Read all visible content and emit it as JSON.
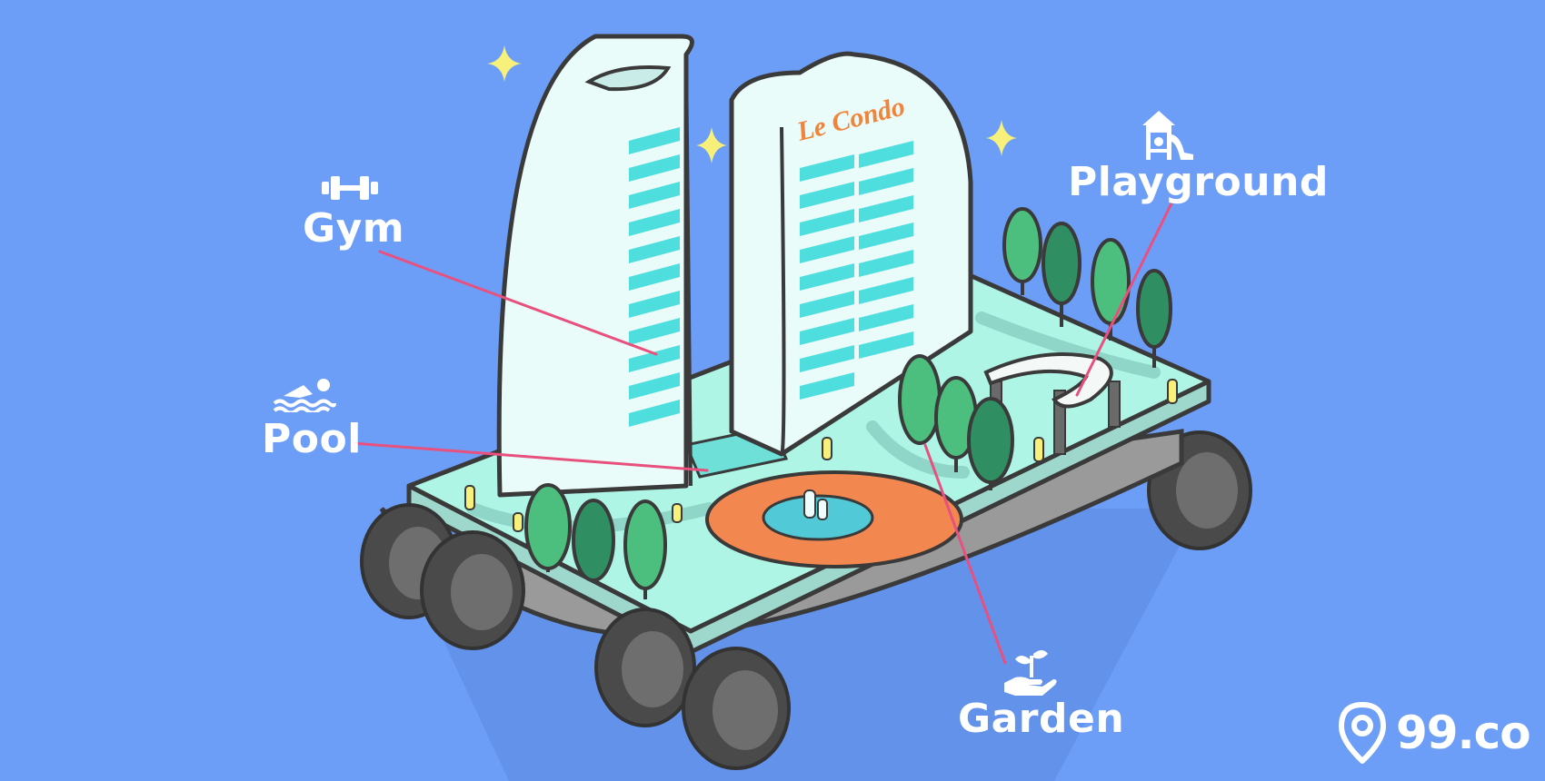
{
  "building": {
    "name": "Le Condo"
  },
  "amenities": {
    "gym": {
      "label": "Gym",
      "icon": "dumbbell-icon"
    },
    "pool": {
      "label": "Pool",
      "icon": "swimmer-icon"
    },
    "playground": {
      "label": "Playground",
      "icon": "playground-icon"
    },
    "garden": {
      "label": "Garden",
      "icon": "plant-in-hand-icon"
    }
  },
  "brand": {
    "name": "99.co",
    "icon": "map-pin-logo-icon"
  },
  "colors": {
    "background": "#6d9ef7",
    "leader_line": "#e8507e",
    "tower": "#e9fcfa",
    "window_stripes": "#4fdede",
    "platform": "#aef5e6",
    "sign_text": "#f0843a",
    "fountain_ring": "#f2884f",
    "tree_light": "#4cbf7e",
    "tree_dark": "#2f8f62",
    "wheel": "#5a5a5a",
    "sparkle": "#f7f07a"
  }
}
